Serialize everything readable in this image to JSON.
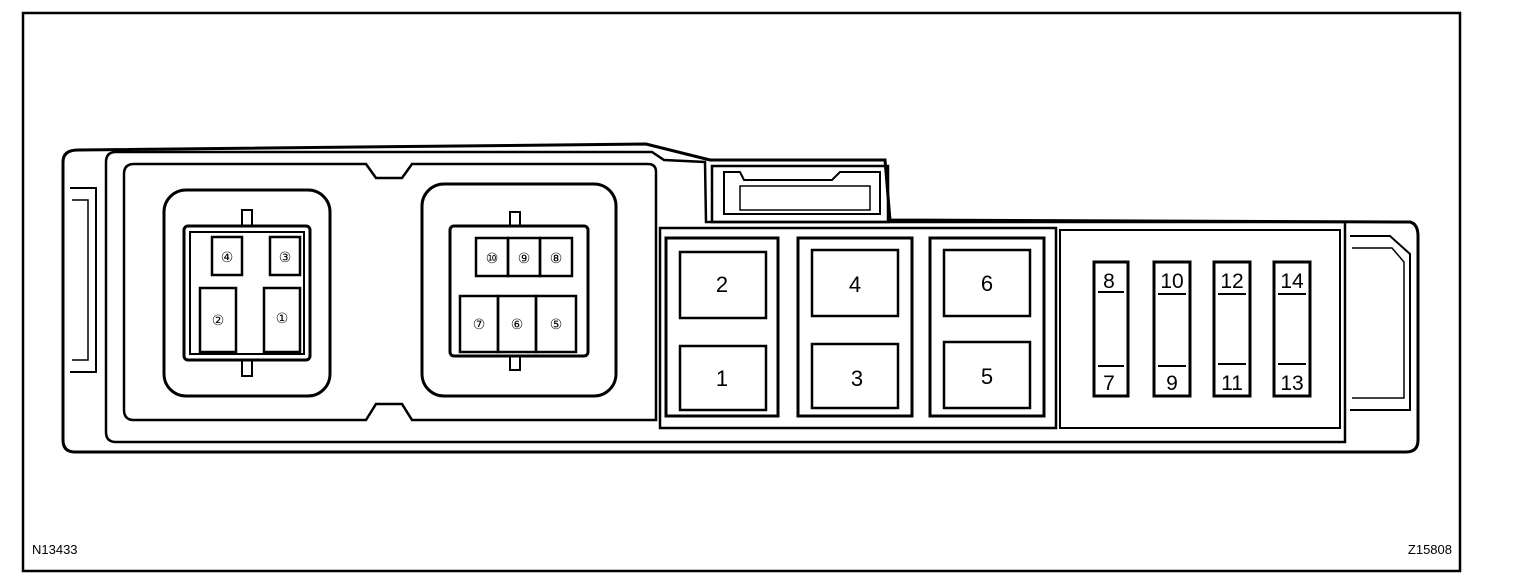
{
  "codes": {
    "left": "N13433",
    "right": "Z15808"
  },
  "connectors": {
    "left": {
      "pins": [
        "④",
        "③",
        "②",
        "①"
      ]
    },
    "right": {
      "pins": [
        "⑩",
        "⑨",
        "⑧",
        "⑦",
        "⑥",
        "⑤"
      ]
    }
  },
  "relays": {
    "block1": [
      "2",
      "1"
    ],
    "block2": [
      "4",
      "3"
    ],
    "block3": [
      "6",
      "5"
    ]
  },
  "fuses": [
    {
      "top": "8",
      "bottom": "7"
    },
    {
      "top": "10",
      "bottom": "9"
    },
    {
      "top": "12",
      "bottom": "11"
    },
    {
      "top": "14",
      "bottom": "13"
    }
  ]
}
